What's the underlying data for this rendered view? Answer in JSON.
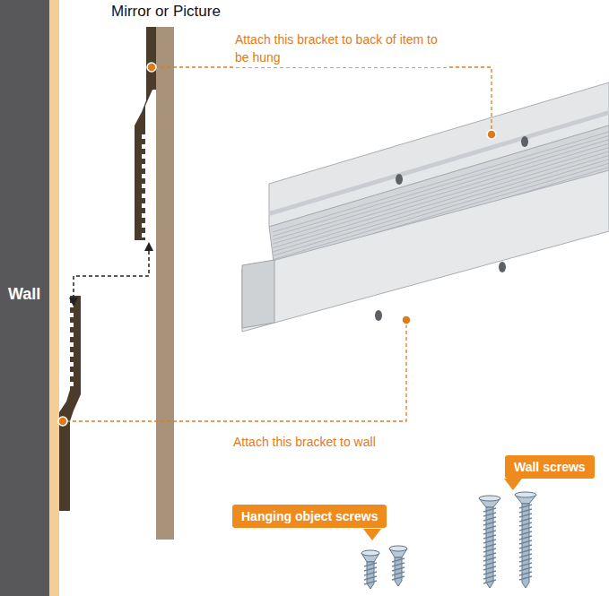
{
  "diagram": {
    "nodes": [
      {
        "text": [
          "Wall"
        ]
      },
      {
        "text": [
          "Hanging object screws"
        ]
      },
      {
        "text": [
          "Wall screws"
        ]
      }
    ],
    "labels": [
      "Mirror or Picture",
      "Attach this bracket to back of item to be hung",
      "Attach this bracket to wall"
    ]
  }
}
